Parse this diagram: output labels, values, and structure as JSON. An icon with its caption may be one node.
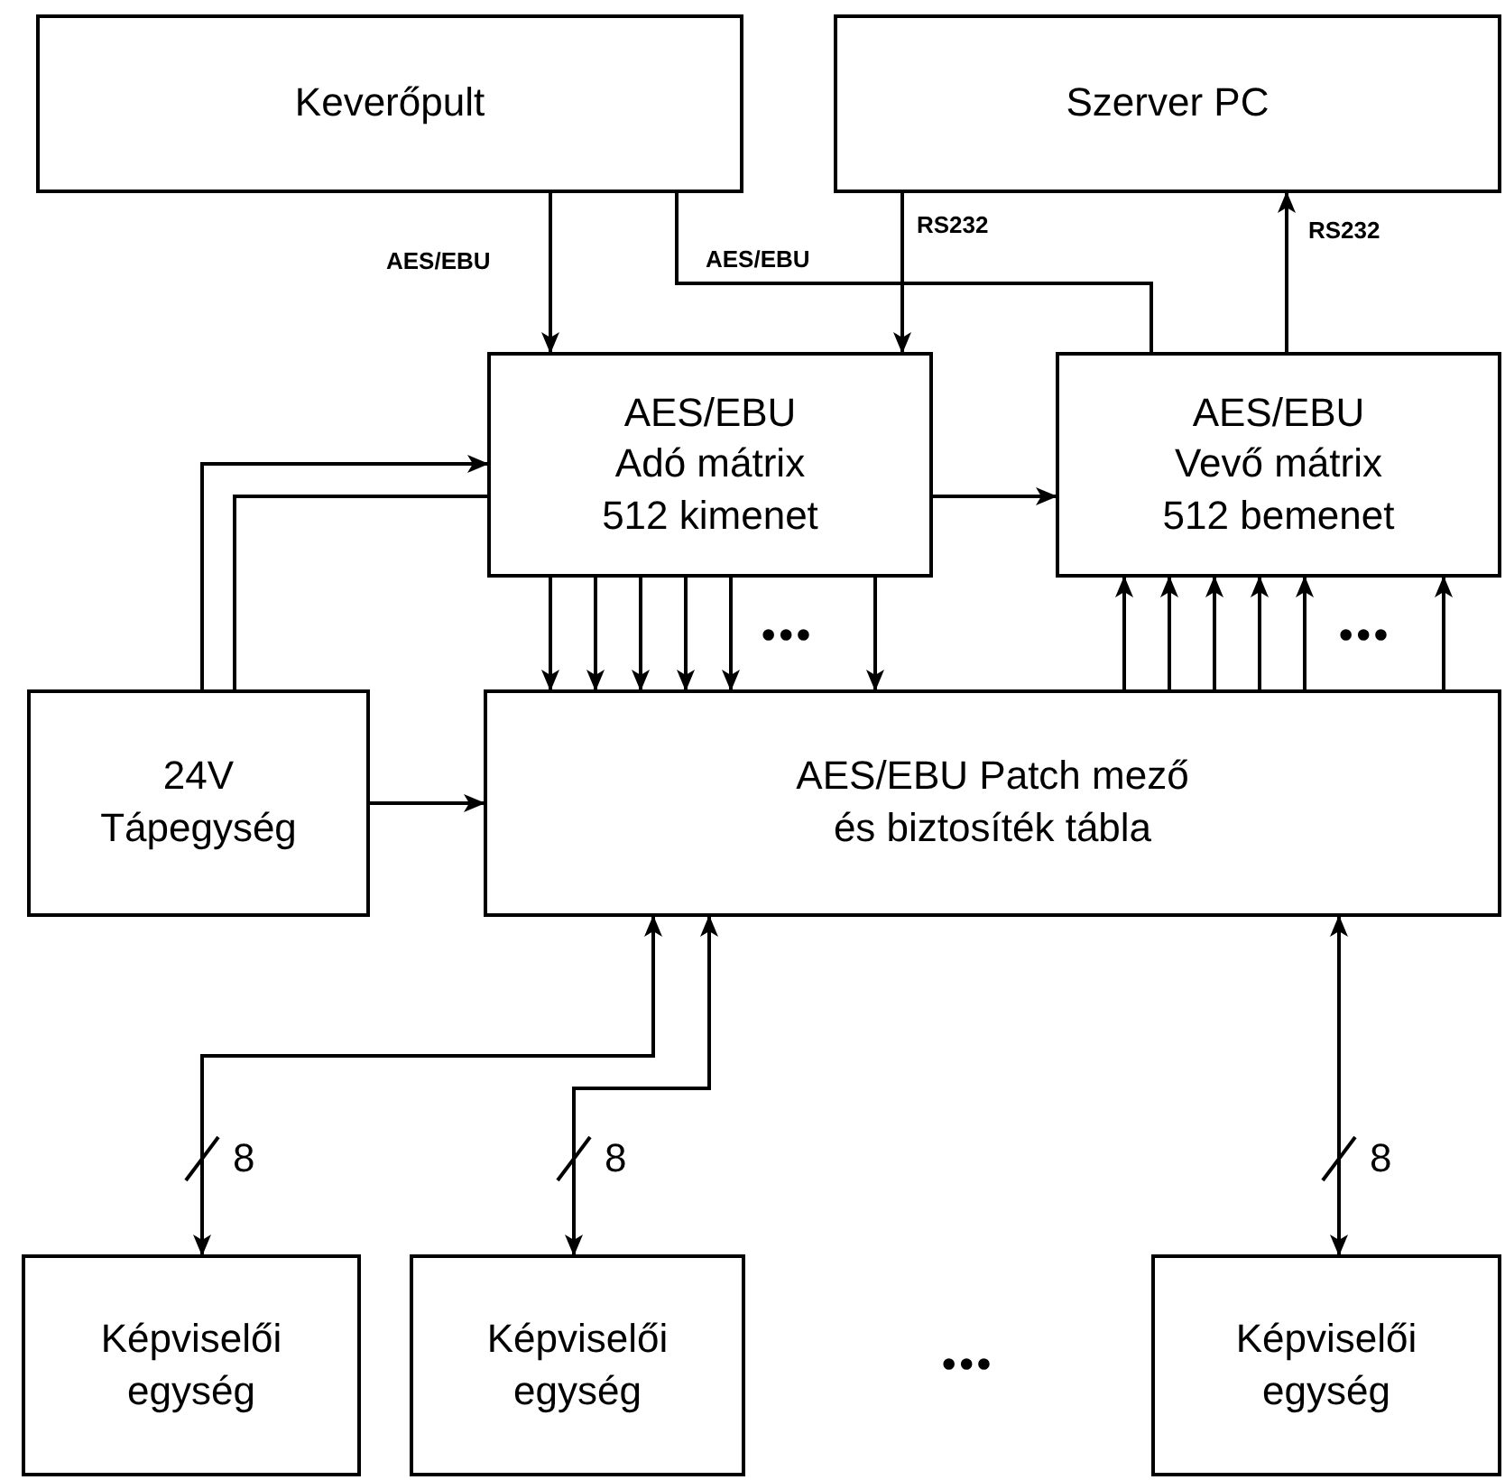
{
  "diagram": {
    "nodes": [
      {
        "text": [
          "Keverőpult"
        ]
      },
      {
        "text": [
          "Szerver PC"
        ]
      },
      {
        "text": [
          "AES/EBU Adó mátrix 512 kimenet"
        ]
      },
      {
        "text": [
          "AES/EBU Vevő mátrix 512 bemenet"
        ]
      },
      {
        "text": [
          "24V Tápegység"
        ]
      },
      {
        "text": [
          "AES/EBU Patch mező és biztosíték tábla"
        ]
      },
      {
        "text": [
          "Képviselői egység"
        ]
      },
      {
        "text": [
          "Képviselői egység"
        ]
      },
      {
        "text": [
          "Képviselői egység"
        ]
      }
    ],
    "edges": [
      {
        "from": 0,
        "to": 2,
        "arrow": "to",
        "label": "AES/EBU"
      },
      {
        "from": 0,
        "to": 3,
        "arrow": "none",
        "label": "AES/EBU"
      },
      {
        "from": 1,
        "to": 2,
        "arrow": "to",
        "label": "RS232"
      },
      {
        "from": 3,
        "to": 1,
        "arrow": "to",
        "label": "RS232"
      },
      {
        "from": 4,
        "to": 2,
        "arrow": "to"
      },
      {
        "from": 4,
        "to": 2,
        "arrow": "none"
      },
      {
        "from": 2,
        "to": 3,
        "arrow": "to"
      },
      {
        "from": 4,
        "to": 5,
        "arrow": "to"
      },
      {
        "from": 2,
        "to": 5,
        "arrow": "to"
      },
      {
        "from": 2,
        "to": 5,
        "arrow": "to"
      },
      {
        "from": 2,
        "to": 5,
        "arrow": "to"
      },
      {
        "from": 2,
        "to": 5,
        "arrow": "to"
      },
      {
        "from": 2,
        "to": 5,
        "arrow": "to"
      },
      {
        "from": 2,
        "to": 5,
        "arrow": "to"
      },
      {
        "from": 5,
        "to": 3,
        "arrow": "to"
      },
      {
        "from": 5,
        "to": 3,
        "arrow": "to"
      },
      {
        "from": 5,
        "to": 3,
        "arrow": "to"
      },
      {
        "from": 5,
        "to": 3,
        "arrow": "to"
      },
      {
        "from": 5,
        "to": 3,
        "arrow": "to"
      },
      {
        "from": 5,
        "to": 3,
        "arrow": "to"
      },
      {
        "from": 6,
        "to": 5,
        "arrow": "both",
        "label": "8"
      },
      {
        "from": 7,
        "to": 5,
        "arrow": "both",
        "label": "8"
      },
      {
        "from": 8,
        "to": 5,
        "arrow": "both",
        "label": "8"
      }
    ],
    "labels": [
      "•••",
      "•••",
      "•••"
    ]
  }
}
